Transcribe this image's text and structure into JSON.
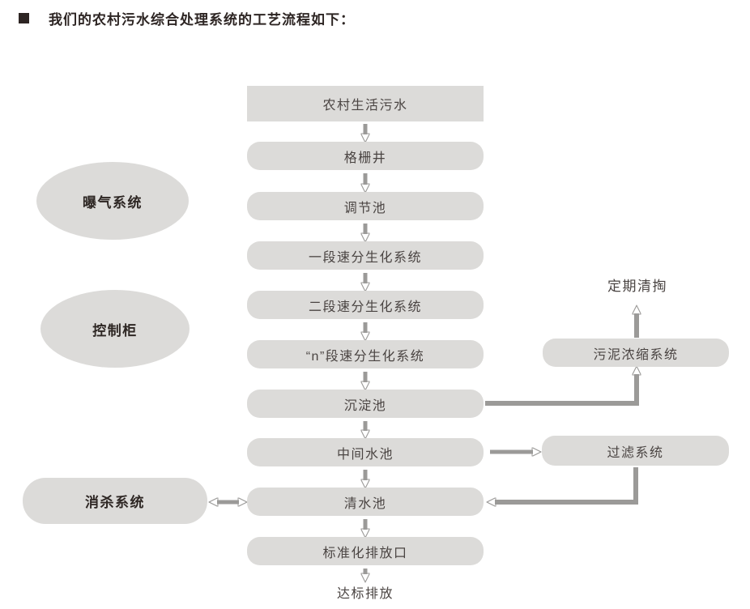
{
  "title": {
    "text": "我们的农村污水综合处理系统的工艺流程如下："
  },
  "colors": {
    "node_fill": "#dcdbd9",
    "arrow": "#9b9a98",
    "title_text": "#2d2523",
    "node_text": "#4a4442",
    "background": "#ffffff"
  },
  "nodes": {
    "main": [
      {
        "label": "农村生活污水",
        "shape": "rect"
      },
      {
        "label": "格栅井",
        "shape": "rounded"
      },
      {
        "label": "调节池",
        "shape": "rounded"
      },
      {
        "label": "一段速分生化系统",
        "shape": "rounded"
      },
      {
        "label": "二段速分生化系统",
        "shape": "rounded"
      },
      {
        "label": "“n”段速分生化系统",
        "shape": "rounded"
      },
      {
        "label": "沉淀池",
        "shape": "rounded"
      },
      {
        "label": "中间水池",
        "shape": "rounded"
      },
      {
        "label": "清水池",
        "shape": "rounded"
      },
      {
        "label": "标准化排放口",
        "shape": "rounded"
      }
    ],
    "left": [
      {
        "label": "曝气系统",
        "shape": "ellipse"
      },
      {
        "label": "控制柜",
        "shape": "ellipse"
      },
      {
        "label": "消杀系统",
        "shape": "pill"
      }
    ],
    "right": [
      {
        "label": "污泥浓缩系统",
        "shape": "rounded"
      },
      {
        "label": "过滤系统",
        "shape": "rounded"
      }
    ],
    "terminal_labels": [
      {
        "label": "定期清掏"
      },
      {
        "label": "达标排放"
      }
    ]
  },
  "edges": [
    {
      "from": "农村生活污水",
      "to": "格栅井",
      "type": "down-arrow"
    },
    {
      "from": "格栅井",
      "to": "调节池",
      "type": "down-arrow"
    },
    {
      "from": "调节池",
      "to": "一段速分生化系统",
      "type": "down-arrow"
    },
    {
      "from": "一段速分生化系统",
      "to": "二段速分生化系统",
      "type": "down-arrow"
    },
    {
      "from": "二段速分生化系统",
      "to": "“n”段速分生化系统",
      "type": "down-arrow"
    },
    {
      "from": "“n”段速分生化系统",
      "to": "沉淀池",
      "type": "down-arrow"
    },
    {
      "from": "沉淀池",
      "to": "中间水池",
      "type": "down-arrow"
    },
    {
      "from": "中间水池",
      "to": "清水池",
      "type": "down-arrow"
    },
    {
      "from": "清水池",
      "to": "标准化排放口",
      "type": "down-arrow"
    },
    {
      "from": "标准化排放口",
      "to": "达标排放",
      "type": "down-arrow"
    },
    {
      "from": "沉淀池",
      "to": "污泥浓缩系统",
      "type": "elbow-right-up-arrow"
    },
    {
      "from": "污泥浓缩系统",
      "to": "定期清掏",
      "type": "up-arrow"
    },
    {
      "from": "中间水池",
      "to": "过滤系统",
      "type": "right-arrow"
    },
    {
      "from": "过滤系统",
      "to": "清水池",
      "type": "elbow-down-left-arrow"
    },
    {
      "from": "消杀系统",
      "to": "清水池",
      "type": "double-arrow"
    }
  ]
}
